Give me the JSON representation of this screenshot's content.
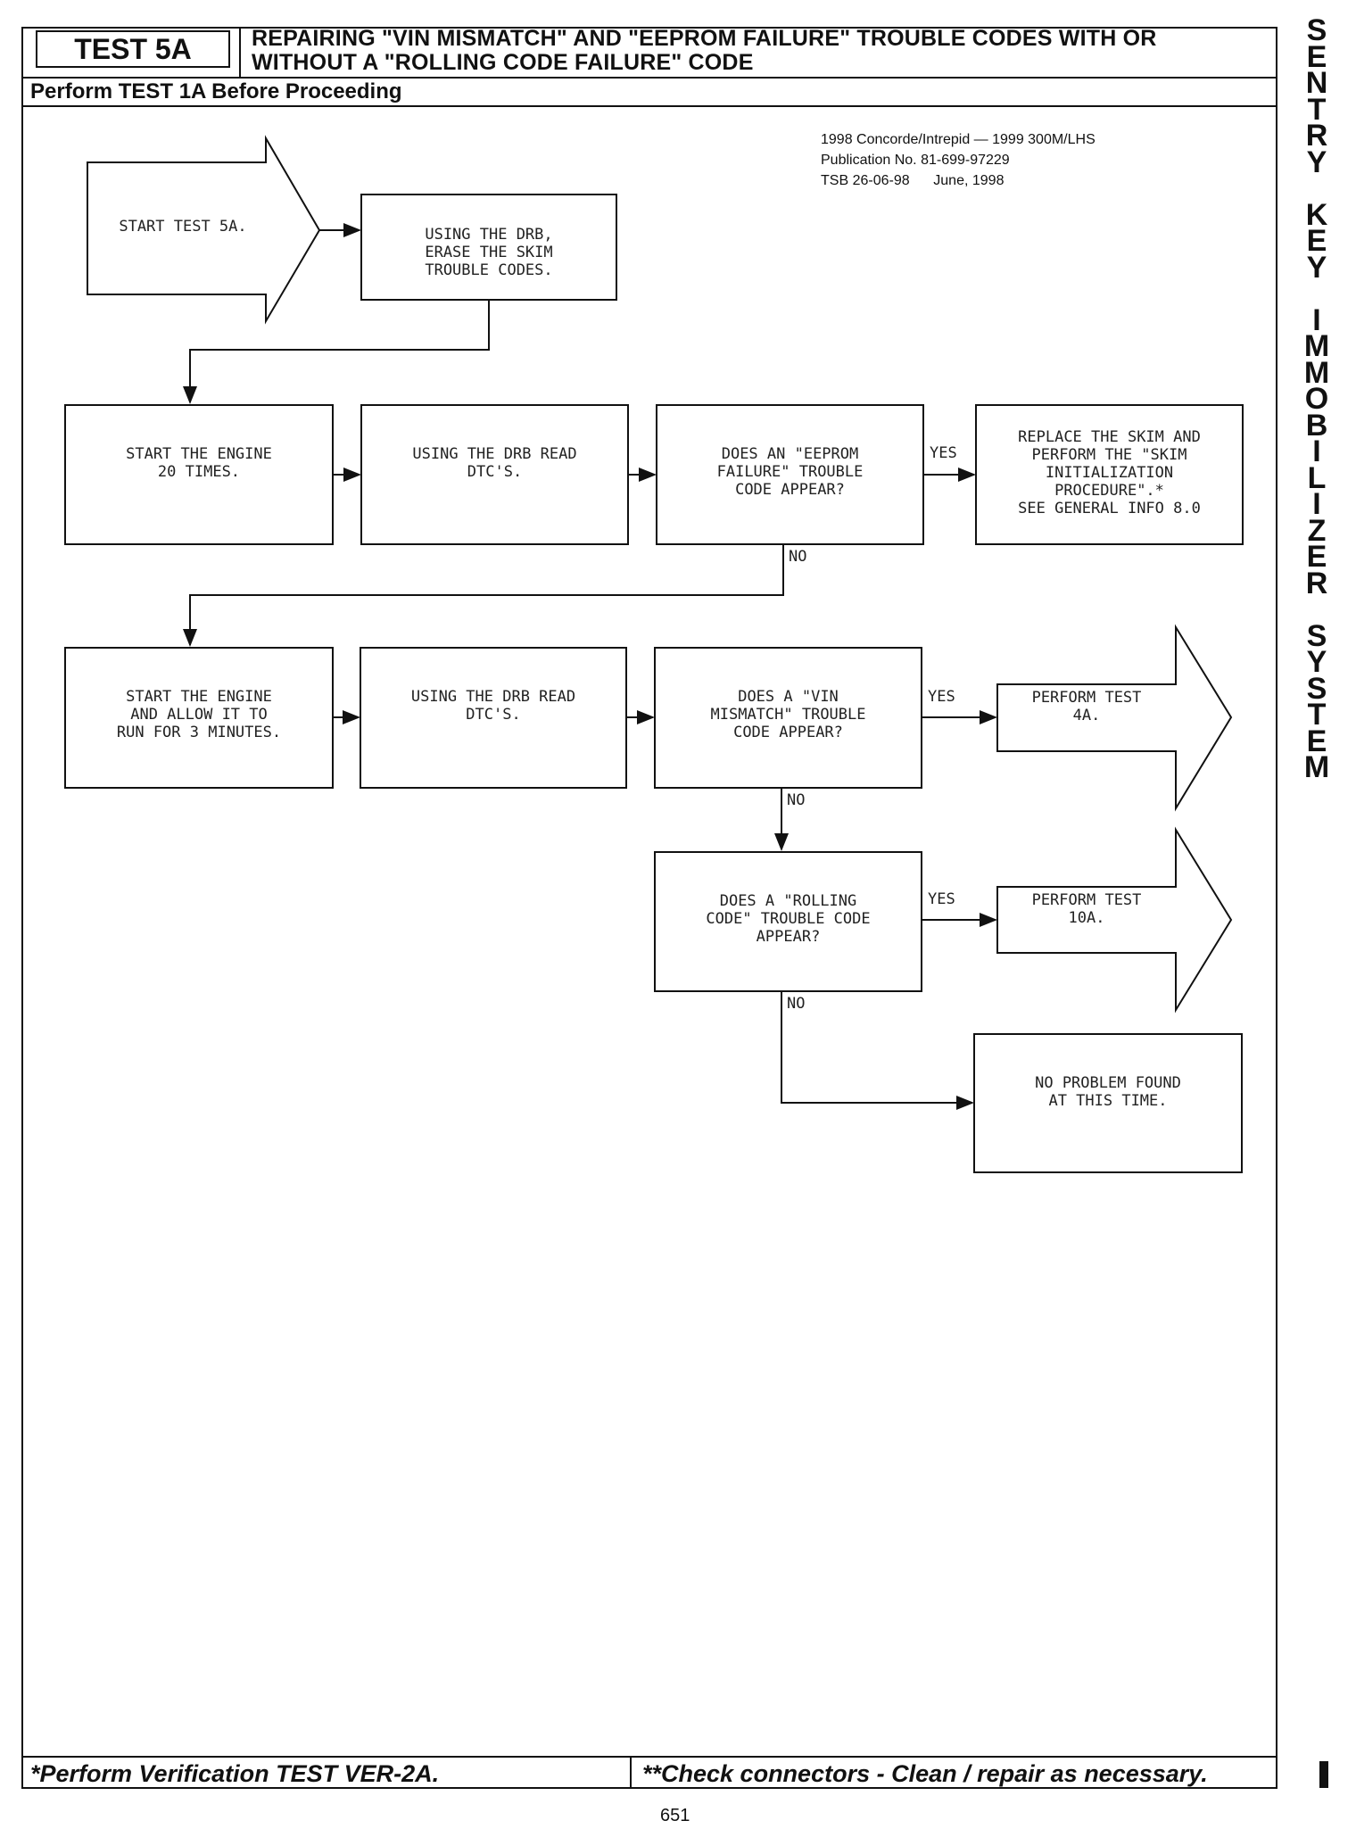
{
  "header": {
    "test_label": "TEST 5A",
    "title_line1": "REPAIRING \"VIN MISMATCH\" AND \"EEPROM FAILURE\" TROUBLE CODES WITH OR",
    "title_line2": "WITHOUT A \"ROLLING CODE FAILURE\" CODE",
    "subheader": "Perform TEST 1A Before Proceeding"
  },
  "publication": {
    "line1": "1998 Concorde/Intrepid — 1999 300M/LHS",
    "line2": "Publication No. 81-699-97229",
    "line3": "TSB 26-06-98      June, 1998"
  },
  "side_title": "SENTRY KEY IMMOBILIZER SYSTEM",
  "flow": {
    "start": "START TEST 5A.",
    "erase": "USING THE DRB,\nERASE THE SKIM\nTROUBLE CODES.",
    "start_engine_20": "START THE ENGINE\n20 TIMES.",
    "read_dtc_1": "USING THE DRB READ\nDTC's.",
    "q_eeprom": "DOES AN \"EEPROM\nFAILURE\" TROUBLE\nCODE APPEAR?",
    "replace_skim": "REPLACE THE SKIM AND\nPERFORM THE \"SKIM\nINITIALIZATION\nPROCEDURE\".*\nSEE GENERAL INFO 8.0",
    "start_engine_3min": "START THE ENGINE\nAND ALLOW IT TO\nRUN FOR 3 MINUTES.",
    "read_dtc_2": "USING THE DRB READ\nDTC's.",
    "q_vin": "DOES A \"VIN\nMISMATCH\" TROUBLE\nCODE APPEAR?",
    "perform_4a": "PERFORM TEST\n4A.",
    "q_rolling": "DOES A \"ROLLING\nCODE\" TROUBLE CODE\nAPPEAR?",
    "perform_10a": "PERFORM TEST\n10A.",
    "no_problem": "NO PROBLEM FOUND\nAT THIS TIME.",
    "yes": "YES",
    "no": "NO"
  },
  "footer": {
    "left": "*Perform Verification TEST VER-2A.",
    "right": "**Check connectors - Clean / repair as necessary.",
    "page_number": "651"
  }
}
